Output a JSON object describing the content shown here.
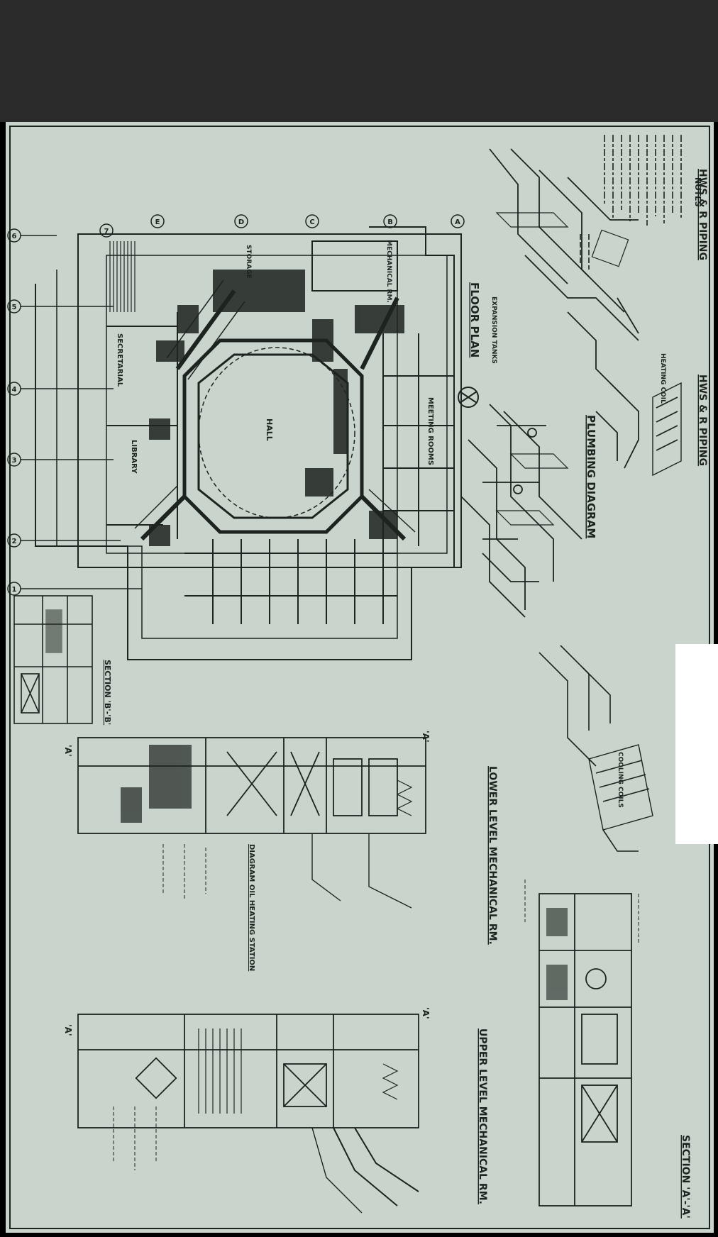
{
  "colors": {
    "top_band": "#2b2b2b",
    "paper": "#c9d4cc",
    "ink": "#1d231f",
    "blank_patch": "#ffffff"
  },
  "notes": {
    "heading": "NOTES"
  },
  "rooms": {
    "hall": "HALL",
    "library": "LIBRARY",
    "secretarial": "SECRETARIAL",
    "meeting_rooms": "MEETING ROOMS",
    "mechanical_rm": "MECHANICAL RM."
  },
  "titles": {
    "floor_plan": "FLOOR PLAN",
    "plumbing_diagram": "PLUMBING DIAGRAM",
    "hws_piping_1": "HWS & R PIPING",
    "hws_piping_2": "HWS & R PIPING",
    "lower_level": "LOWER LEVEL MECHANICAL RM.",
    "upper_level": "UPPER LEVEL MECHANICAL RM.",
    "section_aa": "SECTION 'A'-'A'",
    "section_bb": "SECTION 'B'-'B'",
    "diagram_station": "DIAGRAM OIL HEATING STATION"
  },
  "labels": {
    "expansion_tanks": "EXPANSION TANKS",
    "heating_coil": "HEATING COIL",
    "cooling_coils": "COOLING COILS",
    "storage": "STORAGE"
  },
  "grid": {
    "columns": [
      "1",
      "2",
      "3",
      "4",
      "5",
      "6",
      "7"
    ],
    "rows": [
      "A",
      "B",
      "C",
      "D",
      "E"
    ]
  },
  "section_marks": [
    "'A'",
    "'A'",
    "'A'",
    "'A'"
  ]
}
